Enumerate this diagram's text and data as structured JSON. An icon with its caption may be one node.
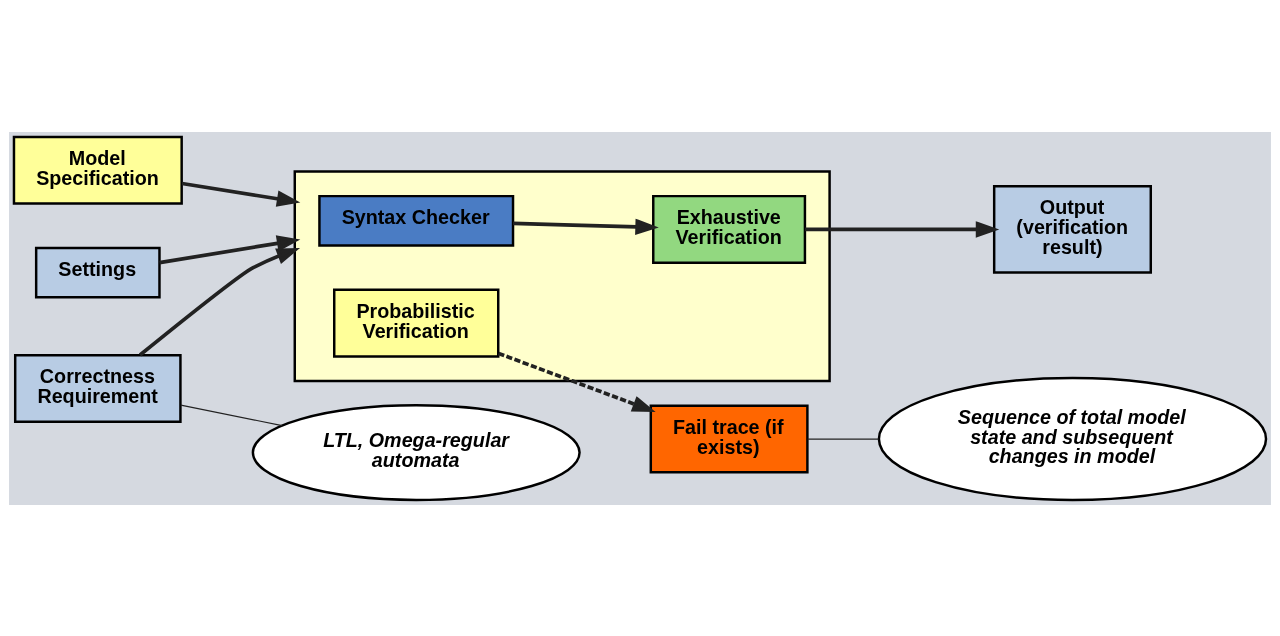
{
  "diagram": {
    "nodes": [
      {
        "text": [
          "Model Specification"
        ]
      },
      {
        "text": [
          "Correctness Requirement"
        ]
      },
      {
        "text": [],
        "shape": "box"
      },
      {
        "text": [
          "Syntax Checker"
        ],
        "in": 2
      },
      {
        "text": [
          "Exhaustive Verification"
        ],
        "in": 2
      },
      {
        "text": [
          "Probabilistic Verification"
        ],
        "in": 2
      },
      {
        "text": [
          "Output (verification result)"
        ]
      },
      {
        "text": [
          "Fail trace (if exists)"
        ]
      },
      {
        "text": [
          "Settings"
        ]
      },
      {
        "text": [
          "LTL, Omega-regular automata"
        ]
      },
      {
        "text": [
          "Sequence of total model state and subsequent changes in model"
        ]
      }
    ],
    "edges": [
      {
        "from": 0,
        "to": 2,
        "arrow": "to"
      },
      {
        "from": 1,
        "to": 2,
        "arrow": "to"
      },
      {
        "from": 3,
        "to": 4,
        "arrow": "to"
      },
      {
        "from": 4,
        "to": 6,
        "arrow": "to"
      },
      {
        "from": 5,
        "to": 7,
        "arrow": "to",
        "style": "dashed"
      },
      {
        "from": 8,
        "to": 2,
        "arrow": "to"
      },
      {
        "from": 1,
        "to": 9,
        "arrow": "none"
      },
      {
        "from": 7,
        "to": 10,
        "arrow": "none"
      }
    ]
  }
}
